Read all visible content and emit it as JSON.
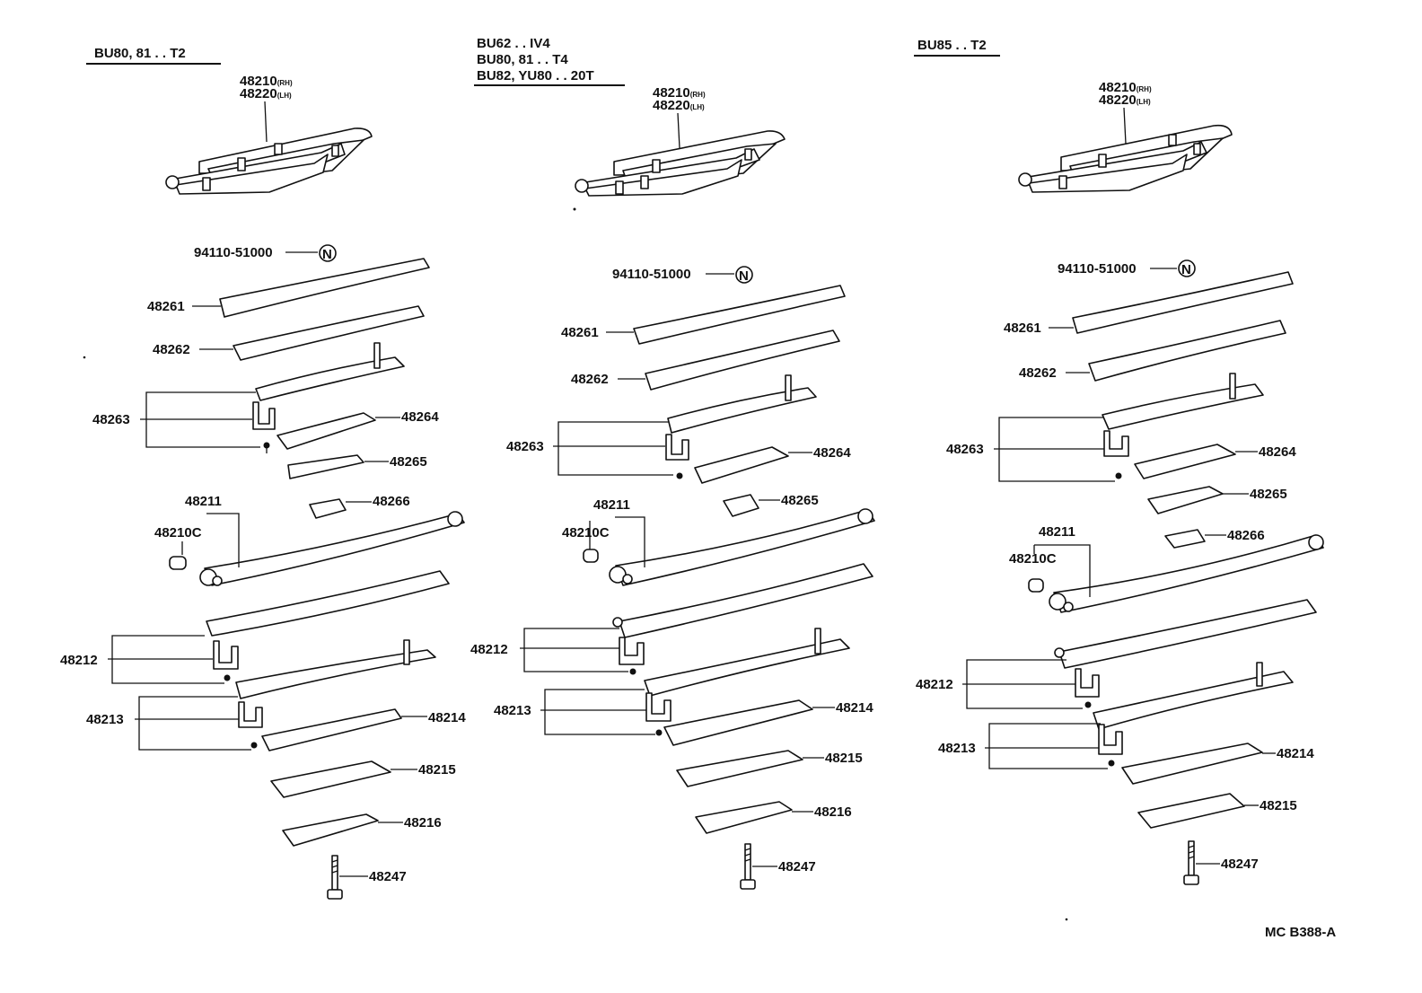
{
  "columns": [
    {
      "header_lines": [
        "BU80, 81 . . T2"
      ],
      "assembly": {
        "rh": "48210",
        "rh_suffix": "(RH)",
        "lh": "48220",
        "lh_suffix": "(LH)"
      },
      "parts": {
        "nut": "94110-51000",
        "nut_mark": "N",
        "p48261": "48261",
        "p48262": "48262",
        "p48263": "48263",
        "p48264": "48264",
        "p48265": "48265",
        "p48266": "48266",
        "p48211": "48211",
        "p48210c": "48210C",
        "p48212": "48212",
        "p48213": "48213",
        "p48214": "48214",
        "p48215": "48215",
        "p48216": "48216",
        "p48247": "48247"
      }
    },
    {
      "header_lines": [
        "BU62 . . IV4",
        "BU80, 81 . . T4",
        "BU82, YU80 . . 20T"
      ],
      "assembly": {
        "rh": "48210",
        "rh_suffix": "(RH)",
        "lh": "48220",
        "lh_suffix": "(LH)"
      },
      "parts": {
        "nut": "94110-51000",
        "nut_mark": "N",
        "p48261": "48261",
        "p48262": "48262",
        "p48263": "48263",
        "p48264": "48264",
        "p48265": "48265",
        "p48211": "48211",
        "p48210c": "48210C",
        "p48212": "48212",
        "p48213": "48213",
        "p48214": "48214",
        "p48215": "48215",
        "p48216": "48216",
        "p48247": "48247"
      }
    },
    {
      "header_lines": [
        "BU85 . . T2"
      ],
      "assembly": {
        "rh": "48210",
        "rh_suffix": "(RH)",
        "lh": "48220",
        "lh_suffix": "(LH)"
      },
      "parts": {
        "nut": "94110-51000",
        "nut_mark": "N",
        "p48261": "48261",
        "p48262": "48262",
        "p48263": "48263",
        "p48264": "48264",
        "p48265": "48265",
        "p48266": "48266",
        "p48211": "48211",
        "p48210c": "48210C",
        "p48212": "48212",
        "p48213": "48213",
        "p48214": "48214",
        "p48215": "48215",
        "p48247": "48247"
      }
    }
  ],
  "figure_code": "MC B388-A"
}
